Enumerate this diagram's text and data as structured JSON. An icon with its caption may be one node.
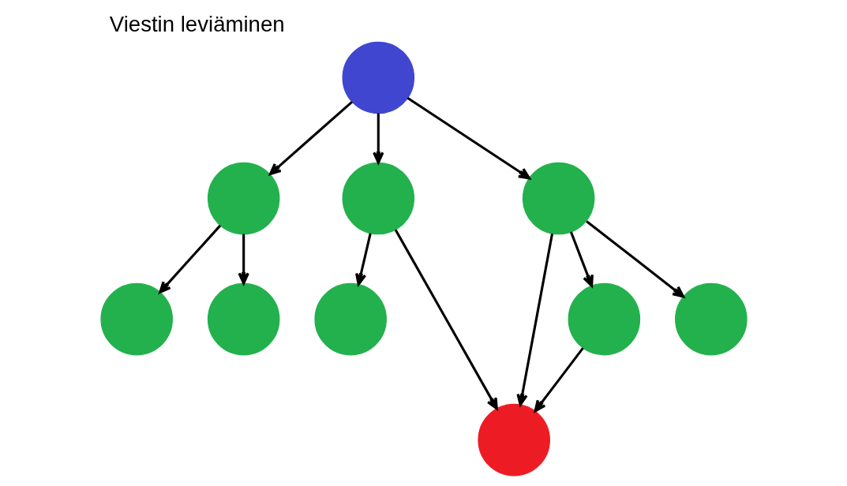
{
  "diagram": {
    "title": "Viestin leviäminen",
    "nodes": [
      {
        "text": [],
        "shape": "circle"
      },
      {
        "text": [],
        "shape": "circle"
      },
      {
        "text": [],
        "shape": "circle"
      },
      {
        "text": [],
        "shape": "circle"
      },
      {
        "text": [],
        "shape": "circle"
      },
      {
        "text": [],
        "shape": "circle"
      },
      {
        "text": [],
        "shape": "circle"
      },
      {
        "text": [],
        "shape": "circle"
      },
      {
        "text": [],
        "shape": "circle"
      },
      {
        "text": [],
        "shape": "circle"
      }
    ],
    "edges": [
      {
        "from": 0,
        "to": 1,
        "arrow": "to"
      },
      {
        "from": 0,
        "to": 2,
        "arrow": "to"
      },
      {
        "from": 0,
        "to": 3,
        "arrow": "to"
      },
      {
        "from": 1,
        "to": 4,
        "arrow": "to"
      },
      {
        "from": 1,
        "to": 5,
        "arrow": "to"
      },
      {
        "from": 2,
        "to": 6,
        "arrow": "to"
      },
      {
        "from": 2,
        "to": 7,
        "arrow": "to"
      },
      {
        "from": 3,
        "to": 7,
        "arrow": "to"
      },
      {
        "from": 3,
        "to": 8,
        "arrow": "to"
      },
      {
        "from": 3,
        "to": 9,
        "arrow": "to"
      },
      {
        "from": 8,
        "to": 7,
        "arrow": "to"
      }
    ]
  }
}
